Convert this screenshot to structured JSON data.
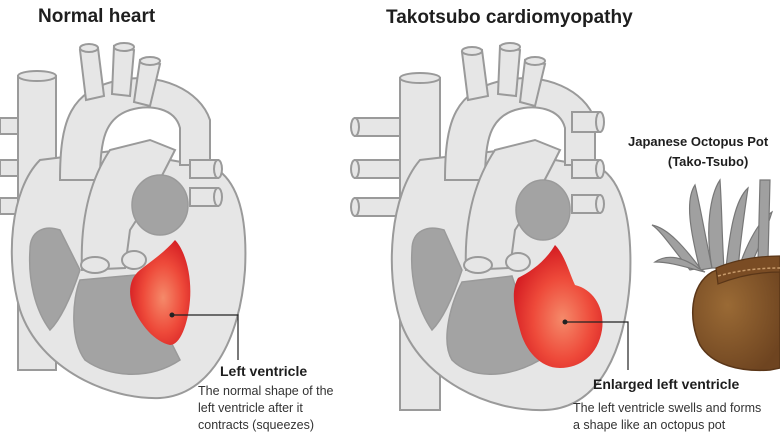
{
  "normal": {
    "title": "Normal heart",
    "label": "Left ventricle",
    "desc": [
      "The normal shape of the",
      "left ventricle after it",
      "contracts (squeezes)"
    ]
  },
  "takotsubo": {
    "title": "Takotsubo cardiomyopathy",
    "label": "Enlarged left ventricle",
    "desc": [
      "The left ventricle swells and forms",
      "a shape like an octopus pot"
    ]
  },
  "octopus_pot": {
    "label_line1": "Japanese Octopus Pot",
    "label_line2": "(Tako-Tsubo)"
  },
  "colors": {
    "heart_fill": "#e6e6e6",
    "heart_outline": "#9a9a9a",
    "chamber": "#a3a3a3",
    "ventricle_red": "#e3242b",
    "ventricle_highlight": "#f47a5e",
    "pot_brown": "#8a5a2b"
  }
}
